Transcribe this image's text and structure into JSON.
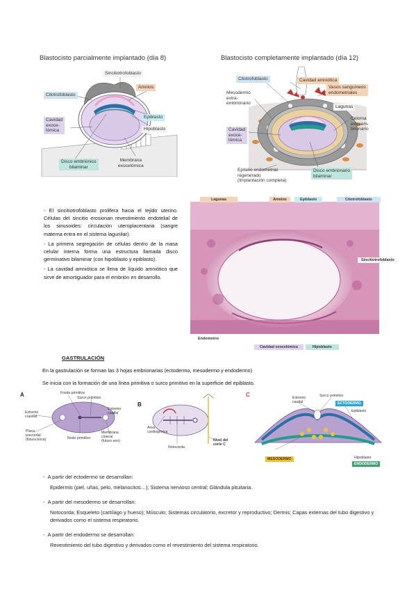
{
  "fig1": {
    "title": "Blastocisto parcialmente implantado (día 8)",
    "labels": {
      "citotrofoblasto": "Citotrofoblasto",
      "sincitio": "Sincitiotrofoblasto",
      "amnios": "Amnios",
      "cavidad": "Cavidad\nexoce-\nlómica",
      "epiblasto": "Epiblasto",
      "hipoblasto": "Hipoblasto",
      "disco": "Disco embriónico\nbilaminar",
      "membrana": "Membrana\nexocelómica"
    }
  },
  "fig2": {
    "title": "Blastocisto completamente implantado (día 12)",
    "labels": {
      "citotrofoblasto": "Citotrofoblasto",
      "cavidad_amn": "Cavidad amniótica",
      "vasos": "Vasos sanguíneos\nendometriales",
      "mesodermo": "Mesodermo\nextra-\nembrionario",
      "lagunas": "Lagunas",
      "celoma": "Celoma\nextraem-\nbrionario",
      "cavidad": "Cavidad\nexoce-\nlómica",
      "epitelio": "Epitelio endometrial\nregenerado\n(Implantación completa)",
      "disco": "Disco embrionario\nbilaminar"
    }
  },
  "text_block": {
    "p1": "- El sincitiotrofoblasto prolifera hacia el tejido uterino. Células del sincitio erosionan revestimiento endotelial de los sinusoides: circulación uteroplacentaria (sangre materna entra en el sistema lagunilar).",
    "p2": "- La primera segregación de células dentro de la masa celular interna forma una estructura llamada disco germinativo bilaminar (con hipoblasto y epiblasto).",
    "p3": "- La cavidad amniótica se llena de líquido amniótico que sirve de amortiguador para el embrión en desarrollo."
  },
  "micro": {
    "lagunas": "Lagunas",
    "amnios": "Amnios",
    "epiblasto": "Epiblasto",
    "citotrofoblasto": "Citotrofoblasto",
    "sincitio": "Sincitiotrofoblasto",
    "endometrio": "Endometrio",
    "cavidad": "Cavidad exocelómica",
    "hipoblasto": "Hipoblasto"
  },
  "gastrulacion": {
    "heading": "GASTRULACIÓN",
    "line1": "En la gastrulación se forman las 3 hojas embrionarias (ectodermo, mesodermo y endodermo)",
    "line2": "Se inicia con la formación de una línea primitiva o surco primitivo en la superficie del epiblasto."
  },
  "gfig": {
    "a": "A",
    "b": "B",
    "c": "C",
    "fosita": "Fosita primitiva",
    "surco": "Surco primitivo",
    "ext_craneal": "Extremo\ncraneal",
    "ext_caudal": "Extremo\ncaudal",
    "placa": "Placa\nprecordal\n(futura boca)",
    "nodo": "Nodo primitivo",
    "membrana": "Membrana\ncloacal\n(futuro ano)",
    "area": "Área\ncardiogénica",
    "notocorda": "Notocorda",
    "nivel": "Nivel del\ncorte C",
    "c_ext": "Extremo\ncaudal",
    "c_surco": "Surco primitivo",
    "ectodermo": "ECTODERMO",
    "epiblasto": "Epiblasto",
    "mesodermo": "MESODERMO",
    "hipoblasto": "Hipoblasto",
    "endodermo": "ENDODERMO"
  },
  "bullets": [
    {
      "title": "A partir del ectodermo se desarrollan:",
      "body": "Epidermis (piel, uñas, pelo, melanocitos…); Sistema nervioso central; Glándula pituitaria."
    },
    {
      "title": "A partir del mesodermo se desarrollan:",
      "body": "Notocorda; Esqueleto (cartílago y hueso); Músculo; Sistemas circulatorio, excretor y reproductivo; Dermis; Capas externas del tubo digestivo y derivados como el sistema respiratorio."
    },
    {
      "title": "A partir del endodermo se desarrollan:",
      "body": "Revestimiento del tubo digestivo y derivados como el revestimiento del sistema respiratorio."
    }
  ],
  "colors": {
    "purple": "#b7a2cf",
    "teal": "#1f9e8e",
    "blue": "#2b6fa8",
    "orange": "#e08a3c",
    "red": "#c8342a",
    "pink": "#e9bcd6",
    "ecto_tag": "#29a7dc",
    "meso_tag": "#f2c230",
    "endo_tag": "#3aa66a"
  }
}
